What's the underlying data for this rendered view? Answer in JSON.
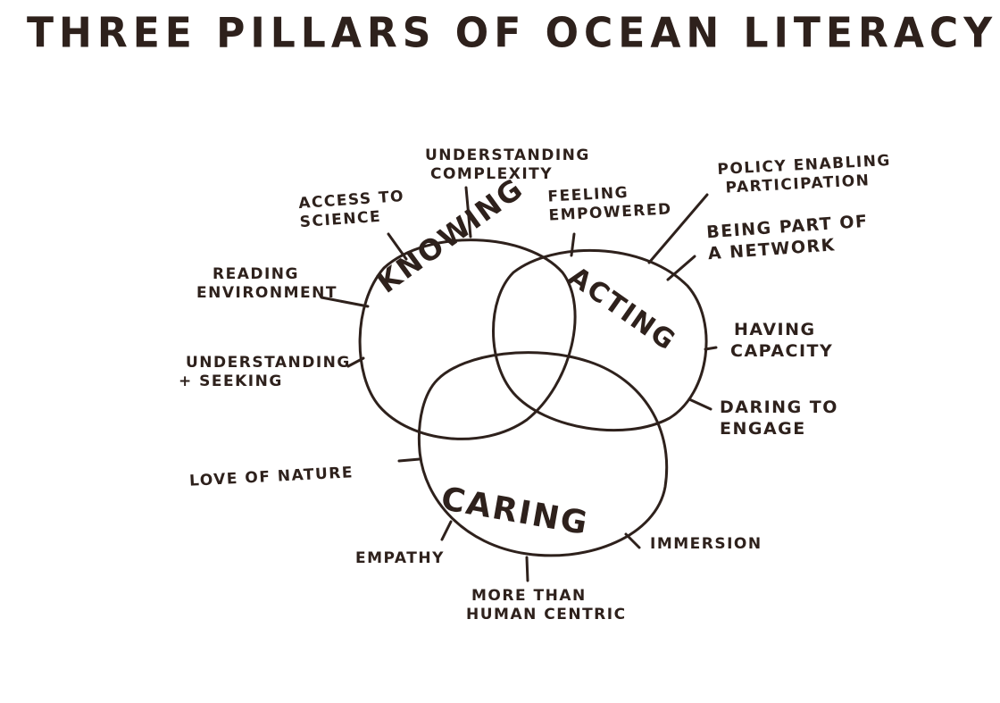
{
  "title": "THREE PILLARS OF OCEAN LITERACY",
  "pillars": {
    "knowing": "KNOWING",
    "acting": "ACTING",
    "caring": "CARING"
  },
  "labels": {
    "understanding_complexity": [
      "UNDERSTANDING",
      "COMPLEXITY"
    ],
    "access_to_science": [
      "ACCESS TO",
      "SCIENCE"
    ],
    "feeling_empowered": [
      "FEELING",
      "EMPOWERED"
    ],
    "policy_enabling_participation": [
      "POLICY ENABLING",
      "PARTICIPATION"
    ],
    "being_part_of_a_network": [
      "BEING PART OF",
      "A NETWORK"
    ],
    "reading_environment": [
      "READING",
      "ENVIRONMENT"
    ],
    "understanding_seeking": [
      "UNDERSTANDING",
      "+ SEEKING"
    ],
    "having_capacity": [
      "HAVING",
      "CAPACITY"
    ],
    "daring_to_engage": [
      "DARING TO",
      "ENGAGE"
    ],
    "love_of_nature": "LOVE OF NATURE",
    "immersion": "IMMERSION",
    "empathy": "EMPATHY",
    "more_than_human_centric": [
      "MORE THAN",
      "HUMAN CENTRIC"
    ]
  }
}
